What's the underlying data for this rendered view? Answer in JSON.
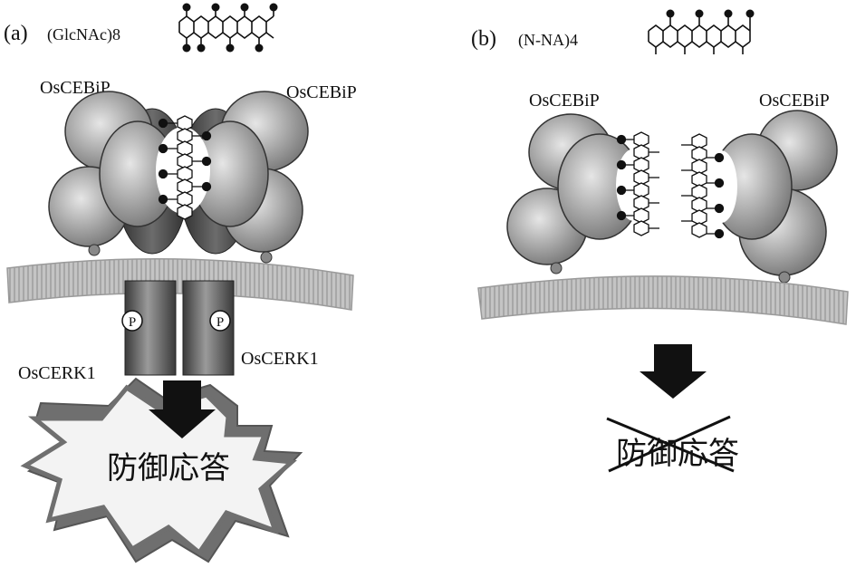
{
  "panel_a": {
    "letter": "(a)",
    "ligand": "(GlcNAc)8",
    "receptor_left": "OsCEBiP",
    "receptor_right": "OsCEBiP",
    "kinase_left": "OsCERK1",
    "kinase_right": "OsCERK1",
    "phospho": "P",
    "response": "防御応答"
  },
  "panel_b": {
    "letter": "(b)",
    "ligand": "(N-NA)4",
    "receptor_left": "OsCEBiP",
    "receptor_right": "OsCEBiP",
    "response": "防御応答"
  },
  "colors": {
    "protein": "#9a9a9a",
    "protein_dark": "#4a4a4a",
    "membrane": "#bdbdbd",
    "burst_fill": "#f2f2f2",
    "burst_edge": "#7a7a7a",
    "arrow": "#111111"
  }
}
